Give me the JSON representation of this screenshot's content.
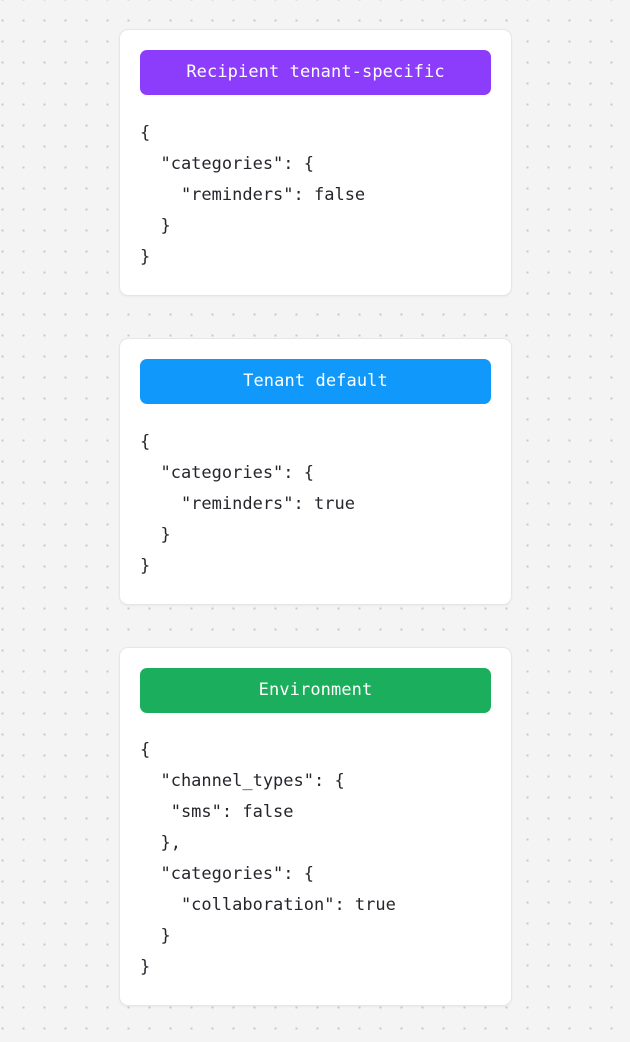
{
  "theme": {
    "page_background": "#f4f4f4",
    "dot_color": "#c9c9c9",
    "card_background": "#ffffff",
    "card_border": "#e6e6e6",
    "code_text_color": "#24262b"
  },
  "cards": [
    {
      "badge_label": "Recipient tenant-specific",
      "badge_color": "#8c3dfc",
      "code": "{\n  \"categories\": {\n    \"reminders\": false\n  }\n}"
    },
    {
      "badge_label": "Tenant default",
      "badge_color": "#1099fa",
      "code": "{\n  \"categories\": {\n    \"reminders\": true\n  }\n}"
    },
    {
      "badge_label": "Environment",
      "badge_color": "#1bae5c",
      "code": "{\n  \"channel_types\": {\n   \"sms\": false\n  },\n  \"categories\": {\n    \"collaboration\": true\n  }\n}"
    }
  ]
}
